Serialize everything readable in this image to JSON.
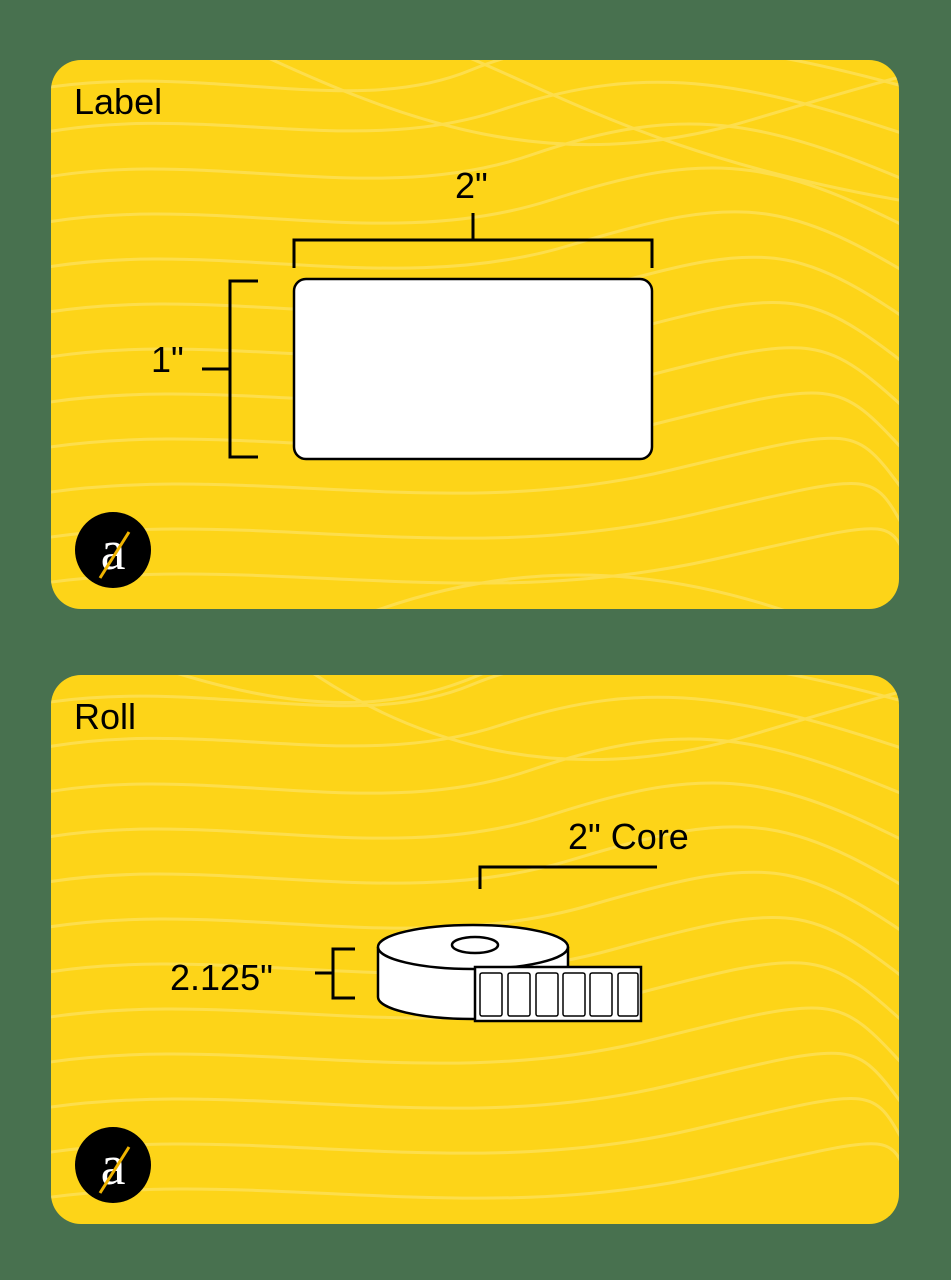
{
  "colors": {
    "background": "#48714f",
    "card": "#fdd418",
    "wave": "#fde25e",
    "ink": "#000000",
    "label_fill": "#ffffff",
    "logo_slash": "#f0b400"
  },
  "label_card": {
    "title": "Label",
    "width_dimension": "2\"",
    "height_dimension": "1\"",
    "logo_icon": "brand-a-icon"
  },
  "roll_card": {
    "title": "Roll",
    "core_dimension": "2\" Core",
    "roll_width_dimension": "2.125\"",
    "labels_on_strip": 6,
    "logo_icon": "brand-a-icon"
  }
}
